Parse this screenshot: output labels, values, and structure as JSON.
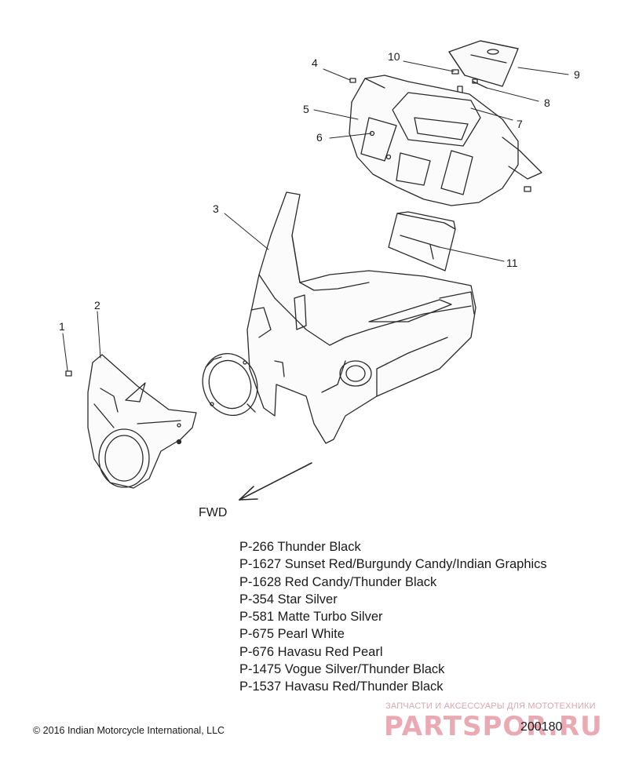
{
  "callouts": [
    "1",
    "2",
    "3",
    "4",
    "5",
    "6",
    "7",
    "8",
    "9",
    "10",
    "11"
  ],
  "fwd_label": "FWD",
  "color_codes": [
    "P-266  Thunder Black",
    "P-1627  Sunset Red/Burgundy Candy/Indian Graphics",
    "P-1628  Red Candy/Thunder Black",
    "P-354  Star Silver",
    "P-581  Matte Turbo Silver",
    "P-675  Pearl White",
    "P-676  Havasu Red Pearl",
    "P-1475 Vogue Silver/Thunder Black",
    "P-1537 Havasu Red/Thunder Black"
  ],
  "copyright": "© 2016 Indian Motorcycle International, LLC",
  "figure_number": "200180",
  "watermark": {
    "tagline": "ЗАПЧАСТИ И АКСЕССУАРЫ ДЛЯ МОТОТЕХНИКИ",
    "logo_text": "PARTSPOR.RU"
  },
  "colors": {
    "line": "#2a2a2a",
    "watermark": "#e9aab3"
  }
}
